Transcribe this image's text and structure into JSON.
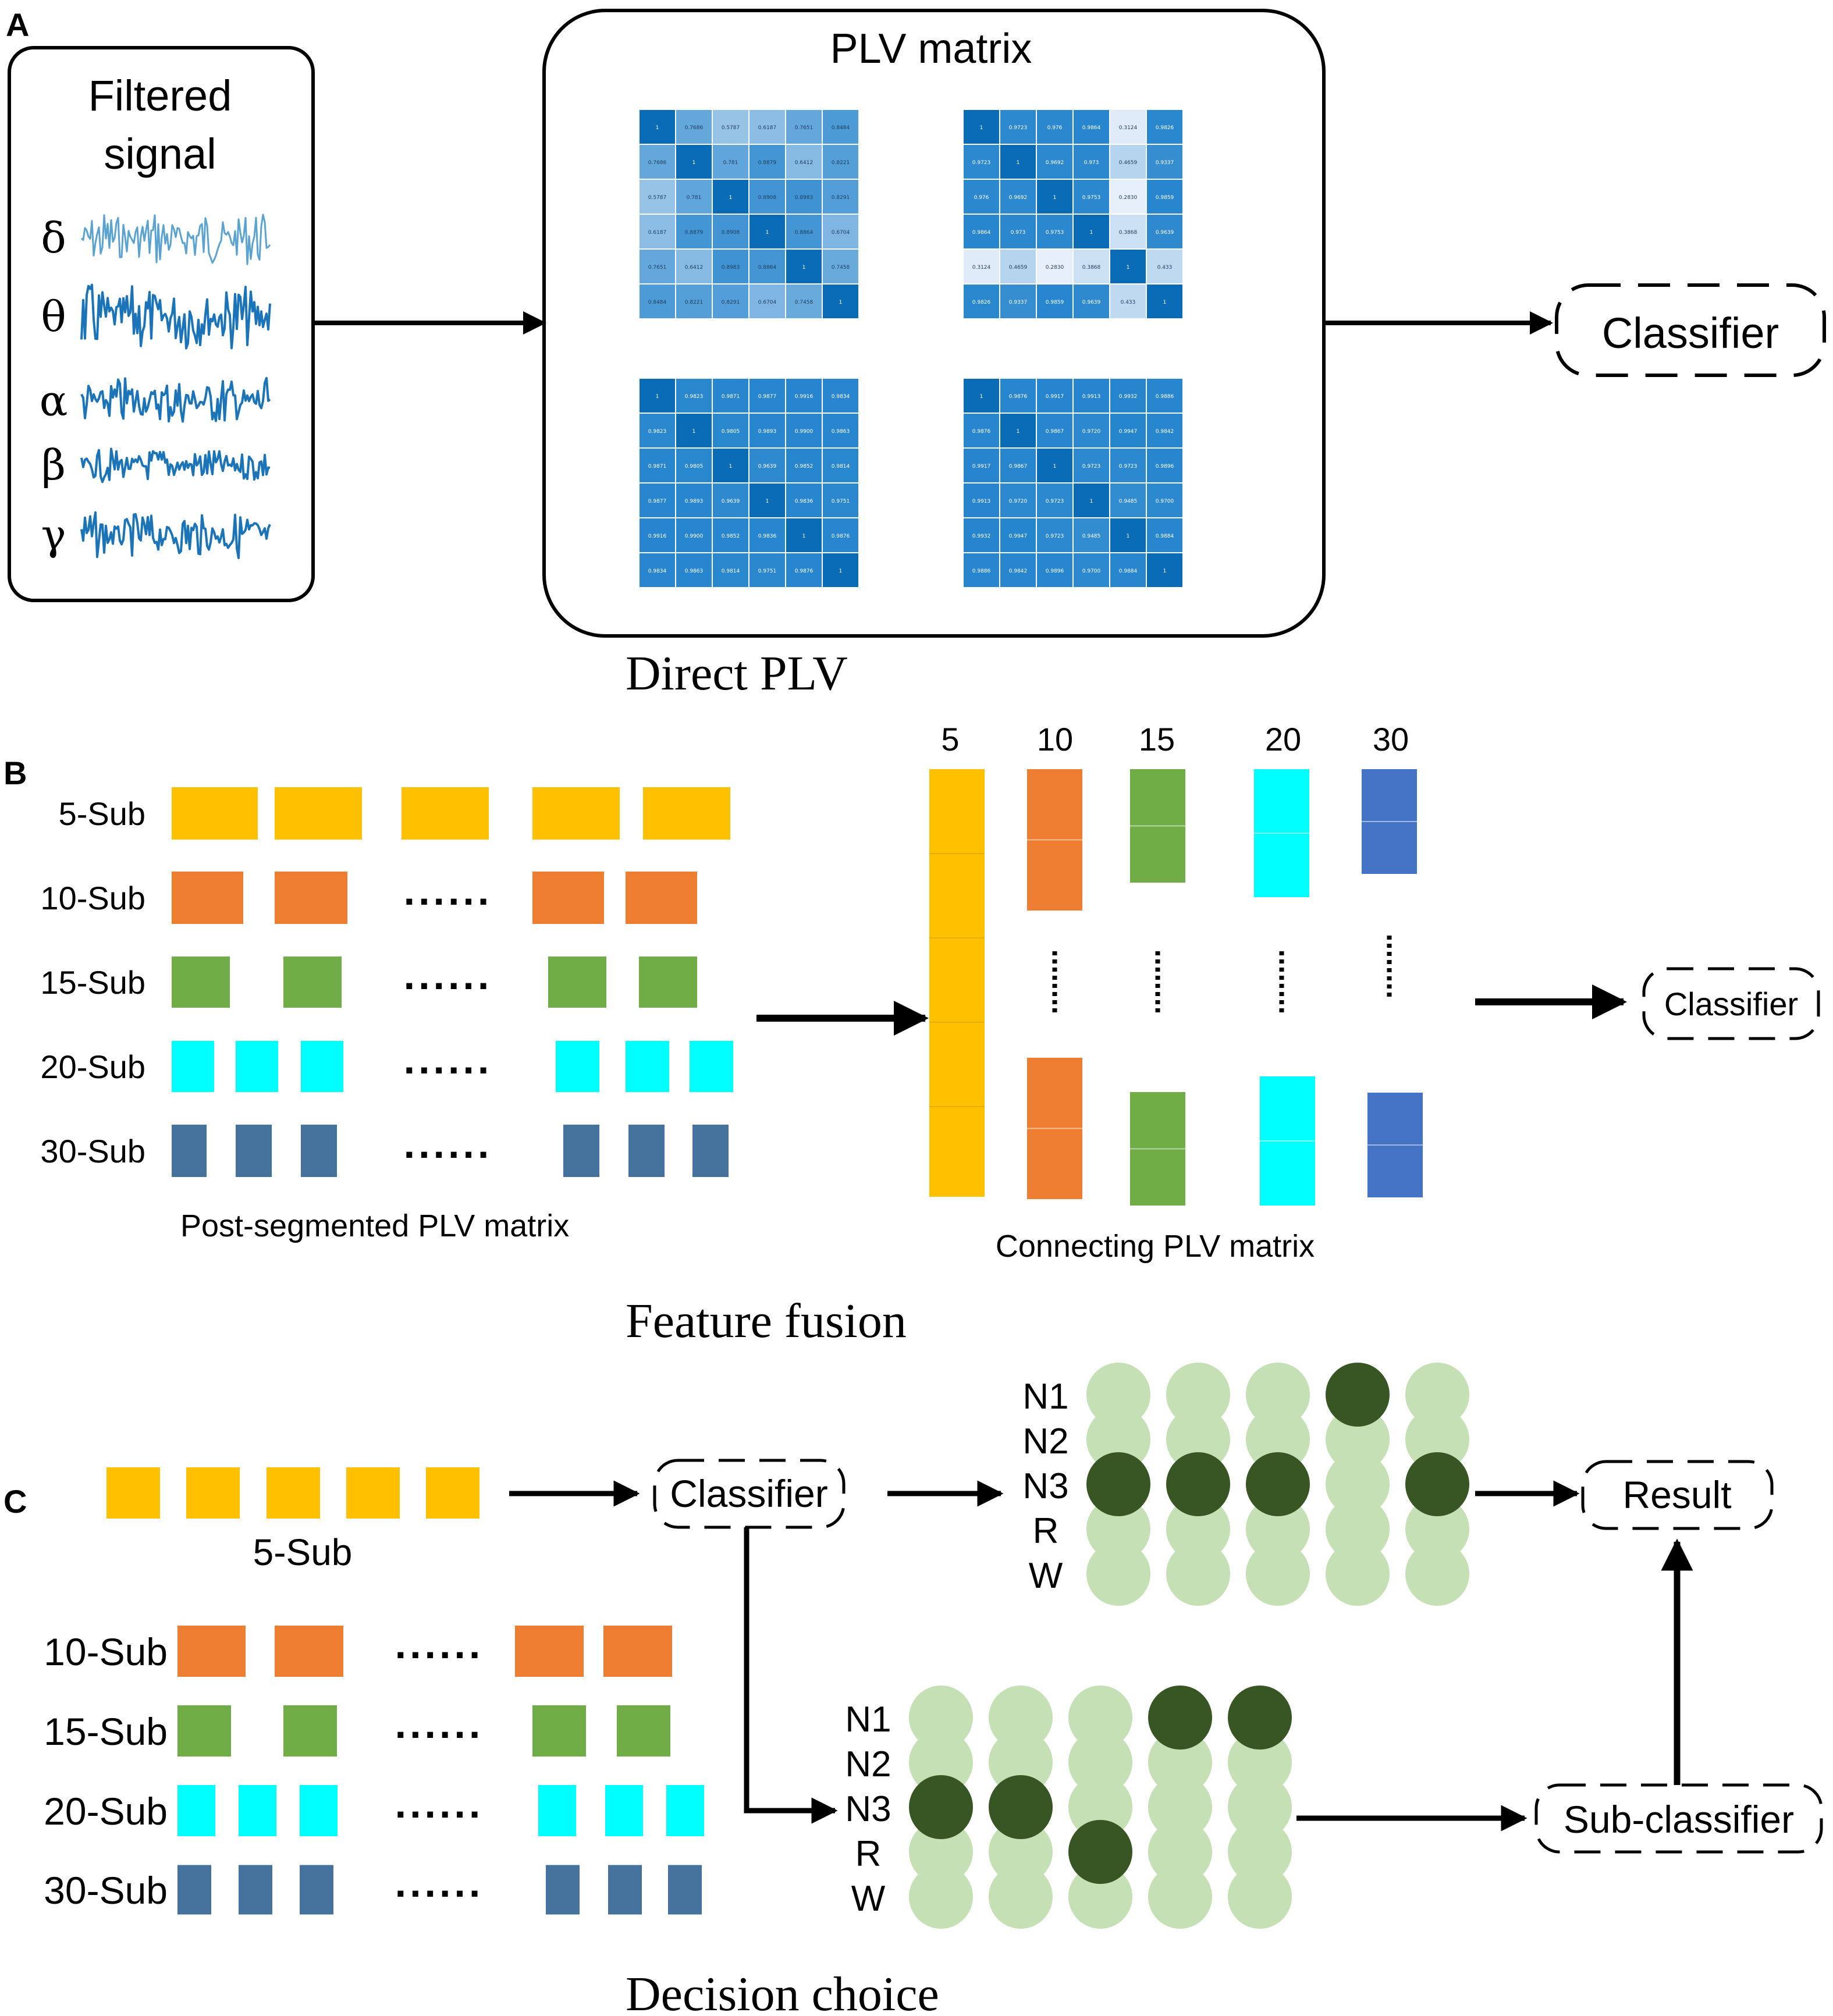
{
  "panel_a": {
    "letter": "A",
    "filtered_title_line1": "Filtered",
    "filtered_title_line2": "signal",
    "bands": [
      "δ",
      "θ",
      "α",
      "β",
      "γ"
    ],
    "plv_title": "PLV matrix",
    "classifier": "Classifier",
    "caption": "Direct PLV",
    "matrices": [
      {
        "name": "plv-matrix-1",
        "cells": [
          [
            "1",
            "0.7686",
            "0.5787",
            "0.6187",
            "0.7651",
            "0.8484"
          ],
          [
            "0.7686",
            "1",
            "0.781",
            "0.8879",
            "0.6412",
            "0.8221"
          ],
          [
            "0.5787",
            "0.781",
            "1",
            "0.8908",
            "0.8983",
            "0.8291"
          ],
          [
            "0.6187",
            "0.8879",
            "0.8908",
            "1",
            "0.8864",
            "0.6704"
          ],
          [
            "0.7651",
            "0.6412",
            "0.8983",
            "0.8864",
            "1",
            "0.7458"
          ],
          [
            "0.8484",
            "0.8221",
            "0.8291",
            "0.6704",
            "0.7458",
            "1"
          ]
        ]
      },
      {
        "name": "plv-matrix-2",
        "cells": [
          [
            "1",
            "0.9723",
            "0.976",
            "0.9864",
            "0.3124",
            "0.9826"
          ],
          [
            "0.9723",
            "1",
            "0.9692",
            "0.973",
            "0.4659",
            "0.9337"
          ],
          [
            "0.976",
            "0.9692",
            "1",
            "0.9753",
            "0.2830",
            "0.9859"
          ],
          [
            "0.9864",
            "0.973",
            "0.9753",
            "1",
            "0.3868",
            "0.9639"
          ],
          [
            "0.3124",
            "0.4659",
            "0.2830",
            "0.3868",
            "1",
            "0.433"
          ],
          [
            "0.9826",
            "0.9337",
            "0.9859",
            "0.9639",
            "0.433",
            "1"
          ]
        ]
      },
      {
        "name": "plv-matrix-3",
        "cells": [
          [
            "1",
            "0.9823",
            "0.9871",
            "0.9877",
            "0.9916",
            "0.9834"
          ],
          [
            "0.9823",
            "1",
            "0.9805",
            "0.9893",
            "0.9900",
            "0.9863"
          ],
          [
            "0.9871",
            "0.9805",
            "1",
            "0.9639",
            "0.9852",
            "0.9814"
          ],
          [
            "0.9877",
            "0.9893",
            "0.9639",
            "1",
            "0.9836",
            "0.9751"
          ],
          [
            "0.9916",
            "0.9900",
            "0.9852",
            "0.9836",
            "1",
            "0.9876"
          ],
          [
            "0.9834",
            "0.9863",
            "0.9814",
            "0.9751",
            "0.9876",
            "1"
          ]
        ]
      },
      {
        "name": "plv-matrix-4",
        "cells": [
          [
            "1",
            "0.9876",
            "0.9917",
            "0.9913",
            "0.9932",
            "0.9886"
          ],
          [
            "0.9876",
            "1",
            "0.9867",
            "0.9720",
            "0.9947",
            "0.9842"
          ],
          [
            "0.9917",
            "0.9867",
            "1",
            "0.9723",
            "0.9723",
            "0.9896"
          ],
          [
            "0.9913",
            "0.9720",
            "0.9723",
            "1",
            "0.9485",
            "0.9700"
          ],
          [
            "0.9932",
            "0.9947",
            "0.9723",
            "0.9485",
            "1",
            "0.9884"
          ],
          [
            "0.9886",
            "0.9842",
            "0.9896",
            "0.9700",
            "0.9884",
            "1"
          ]
        ]
      }
    ]
  },
  "panel_b": {
    "letter": "B",
    "rows": [
      "5-Sub",
      "10-Sub",
      "15-Sub",
      "20-Sub",
      "30-Sub"
    ],
    "ellipsis": "......",
    "left_caption": "Post-segmented PLV matrix",
    "column_headers": [
      "5",
      "10",
      "15",
      "20",
      "30"
    ],
    "right_caption": "Connecting PLV matrix",
    "classifier": "Classifier",
    "caption": "Feature fusion"
  },
  "panel_c": {
    "letter": "C",
    "first_row_label": "5-Sub",
    "rows": [
      "10-Sub",
      "15-Sub",
      "20-Sub",
      "30-Sub"
    ],
    "ellipsis": "......",
    "classifier": "Classifier",
    "stage_labels": [
      "N1",
      "N2",
      "N3",
      "R",
      "W"
    ],
    "top_grid_active": [
      "N3",
      "N3",
      "N3",
      "N1",
      "N3"
    ],
    "bottom_grid_active": [
      "N3",
      "N3",
      "R",
      "N1",
      "N1"
    ],
    "result": "Result",
    "sub_classifier": "Sub-classifier",
    "caption": "Decision choice"
  },
  "colors": {
    "sub5": "#ffc000",
    "sub10": "#ed7d31",
    "sub15": "#70ad47",
    "sub20": "#00ffff",
    "sub30": "#44729d",
    "col30": "#4472c4",
    "circle_light": "#c5e0b4",
    "circle_dark": "#375623",
    "signal": "#1b74b8",
    "ink": "#000000"
  }
}
